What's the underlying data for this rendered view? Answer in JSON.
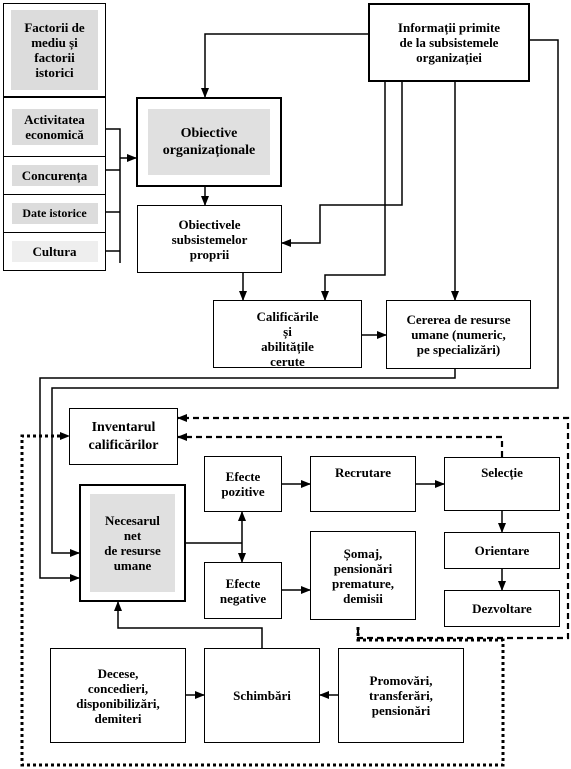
{
  "nodes": {
    "factors": "Factorii de\nmediu și\nfactorii\nistorici",
    "info": "Informații primite\nde la subsistemele\norganizației",
    "activity": "Activitatea\neconomică",
    "competition": "Concurența",
    "history": "Date istorice",
    "culture": "Cultura",
    "org_objectives": "Obiective\norganizaționale",
    "sub_objectives": "Obiectivele\nsubsistemelor\nproprii",
    "qualifications": "Calificările\nși\nabilitățile\ncerute",
    "demand": "Cererea de resurse\numane (numeric,\npe specializări)",
    "inventory": "Inventarul\ncalificărilor",
    "net_need": "Necesarul\nnet\nde resurse\numane",
    "positive": "Efecte\npozitive",
    "negative": "Efecte\nnegative",
    "recruit": "Recrutare",
    "selection": "Selecție",
    "unemployment": "Șomaj,\npensionări\npremature,\ndemisii",
    "orientation": "Orientare",
    "development": "Dezvoltare",
    "deaths": "Decese,\nconcedieri,\ndisponibilizări,\ndemiteri",
    "changes": "Schimbări",
    "promotions": "Promovări,\ntransferări,\npensionări"
  }
}
